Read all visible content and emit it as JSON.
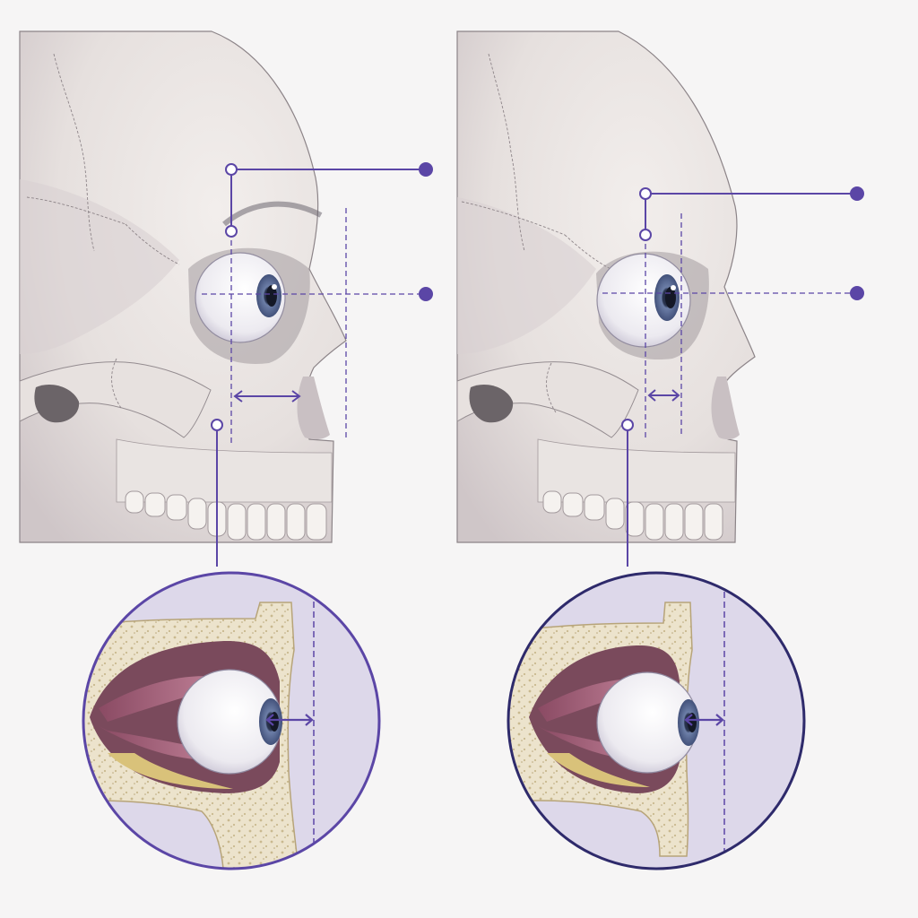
{
  "figure": {
    "accent_color": "#5b46a6",
    "inset_border_color": "#2e2a6b",
    "bone_color": "#ebe6e4",
    "background_color": "#f6f5f5",
    "inset_background_color": "#ddd8ea"
  },
  "panels": [
    {
      "id": "left",
      "depiction": "skull-lateral-view-prominent-eye",
      "callout_markers": 4,
      "projection_arrow": true,
      "inset": {
        "depiction": "orbit-cross-section",
        "projection_arrow": true
      }
    },
    {
      "id": "right",
      "depiction": "skull-lateral-view-recessed-eye",
      "callout_markers": 4,
      "projection_arrow": true,
      "inset": {
        "depiction": "orbit-cross-section",
        "projection_arrow": true
      }
    }
  ]
}
